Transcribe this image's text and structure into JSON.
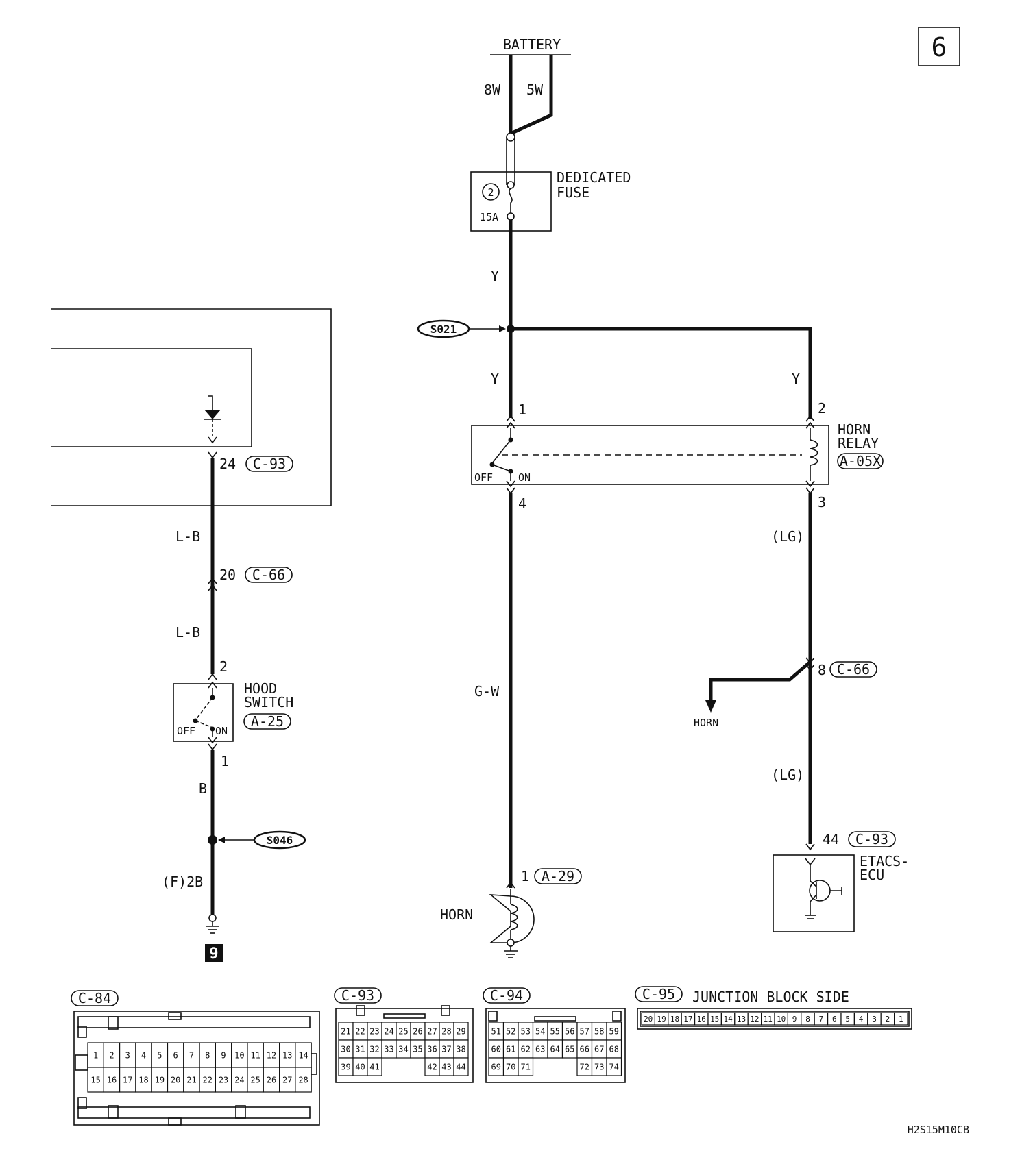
{
  "page_number": "6",
  "drawing_code": "H2S15M10CB",
  "battery": {
    "label": "BATTERY",
    "wire_left": "8W",
    "wire_right": "5W"
  },
  "fuse": {
    "label_line1": "DEDICATED",
    "label_line2": "FUSE",
    "number": "2",
    "rating": "15A"
  },
  "wires": {
    "y1": "Y",
    "y2": "Y",
    "y3": "Y",
    "gw": "G-W",
    "lg1": "(LG)",
    "lg2": "(LG)",
    "lb1": "L-B",
    "lb2": "L-B",
    "b": "B",
    "f2b": "(F)2B"
  },
  "splices": {
    "s021": "S021",
    "s046": "S046"
  },
  "horn_relay": {
    "label_line1": "HORN",
    "label_line2": "RELAY",
    "connector": "A-05X",
    "pin1": "1",
    "pin2": "2",
    "pin3": "3",
    "pin4": "4",
    "off": "OFF",
    "on": "ON"
  },
  "hood_switch": {
    "label_line1": "HOOD",
    "label_line2": "SWITCH",
    "connector": "A-25",
    "pin_top": "2",
    "pin_bottom": "1",
    "off": "OFF",
    "on": "ON"
  },
  "connectors": {
    "c93_top": {
      "pin": "24",
      "name": "C-93"
    },
    "c66_left": {
      "pin": "20",
      "name": "C-66"
    },
    "c66_right": {
      "pin": "8",
      "name": "C-66"
    },
    "c93_ecu": {
      "pin": "44",
      "name": "C-93"
    },
    "a29": {
      "pin": "1",
      "name": "A-29"
    }
  },
  "horn": {
    "label": "HORN",
    "branch_label": "HORN"
  },
  "etacs": {
    "label_line1": "ETACS-",
    "label_line2": "ECU"
  },
  "ground_ref": "9",
  "connector_views": {
    "c84": {
      "name": "C-84",
      "rows": [
        [
          "1",
          "2",
          "3",
          "4",
          "5",
          "6",
          "7",
          "8",
          "9",
          "10",
          "11",
          "12",
          "13",
          "14"
        ],
        [
          "15",
          "16",
          "17",
          "18",
          "19",
          "20",
          "21",
          "22",
          "23",
          "24",
          "25",
          "26",
          "27",
          "28"
        ]
      ]
    },
    "c93": {
      "name": "C-93",
      "rows": [
        [
          "21",
          "22",
          "23",
          "24",
          "25",
          "26",
          "27",
          "28",
          "29"
        ],
        [
          "30",
          "31",
          "32",
          "33",
          "34",
          "35",
          "36",
          "37",
          "38"
        ],
        [
          "39",
          "40",
          "41",
          "",
          "",
          "",
          "42",
          "43",
          "44"
        ]
      ]
    },
    "c94": {
      "name": "C-94",
      "rows": [
        [
          "51",
          "52",
          "53",
          "54",
          "55",
          "56",
          "57",
          "58",
          "59"
        ],
        [
          "60",
          "61",
          "62",
          "63",
          "64",
          "65",
          "66",
          "67",
          "68"
        ],
        [
          "69",
          "70",
          "71",
          "",
          "",
          "",
          "72",
          "73",
          "74"
        ]
      ]
    },
    "c95": {
      "name": "C-95",
      "caption": "JUNCTION BLOCK SIDE",
      "rows": [
        [
          "20",
          "19",
          "18",
          "17",
          "16",
          "15",
          "14",
          "13",
          "12",
          "11",
          "10",
          "9",
          "8",
          "7",
          "6",
          "5",
          "4",
          "3",
          "2",
          "1"
        ]
      ]
    }
  }
}
